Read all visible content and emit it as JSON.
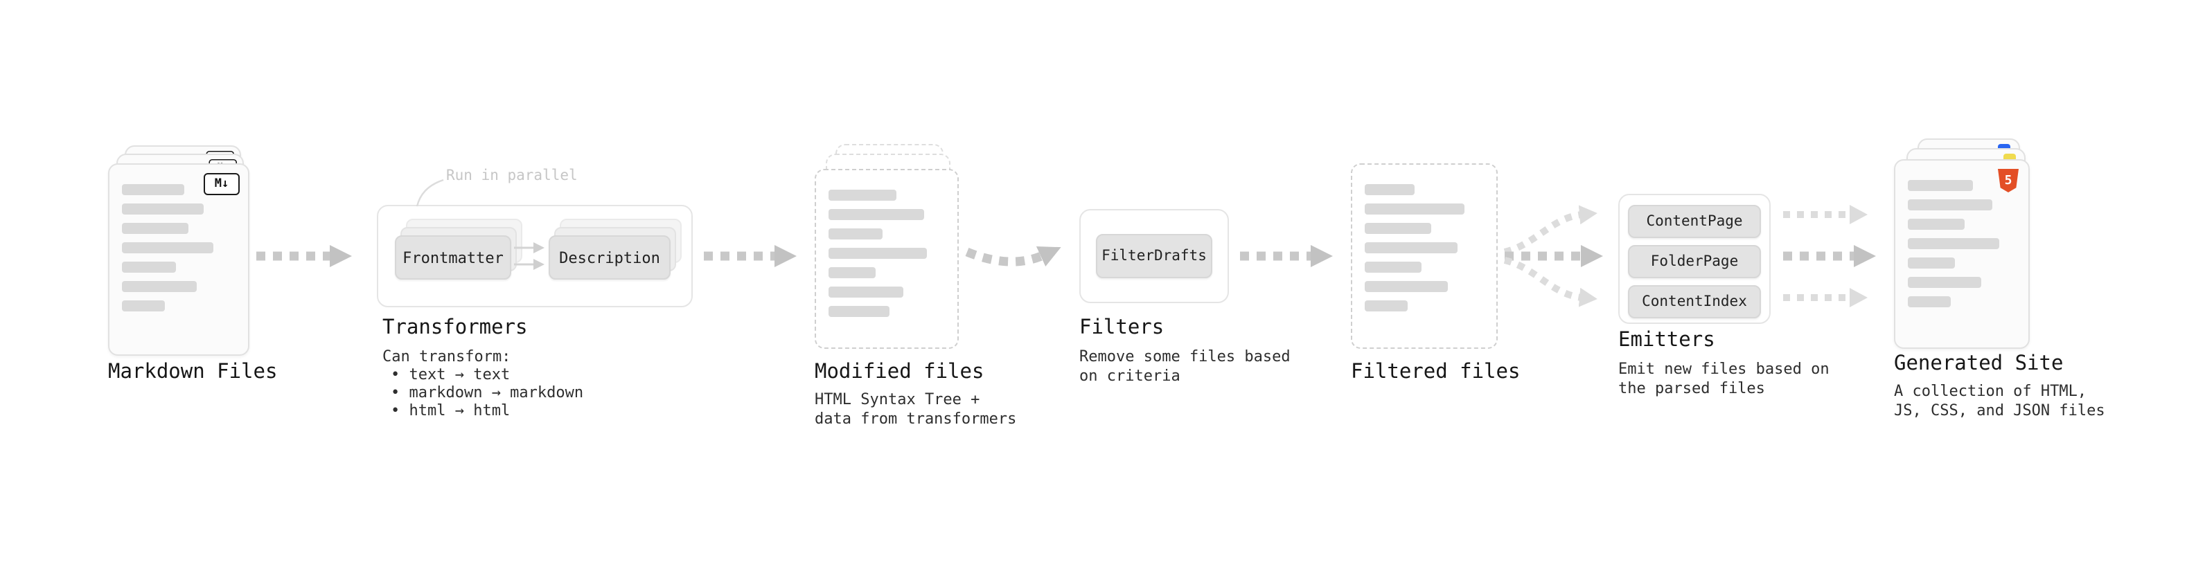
{
  "stages": {
    "markdown_files": {
      "label": "Markdown Files"
    },
    "transformers": {
      "label": "Transformers",
      "parallel_note": "Run in parallel",
      "boxes": [
        "Frontmatter",
        "Description"
      ],
      "can_transform_title": "Can transform:",
      "bullets": [
        "• text → text",
        "• markdown → markdown",
        "• html → html"
      ]
    },
    "modified_files": {
      "label": "Modified files",
      "description": "HTML Syntax Tree +\ndata from transformers"
    },
    "filters": {
      "label": "Filters",
      "boxes": [
        "FilterDrafts"
      ],
      "description": "Remove some files based\non criteria"
    },
    "filtered_files": {
      "label": "Filtered files"
    },
    "emitters": {
      "label": "Emitters",
      "boxes": [
        "ContentPage",
        "FolderPage",
        "ContentIndex"
      ],
      "description": "Emit new files based on\nthe parsed files"
    },
    "generated_site": {
      "label": "Generated Site",
      "description": "A collection of HTML,\nJS, CSS, and JSON files"
    }
  },
  "icons": {
    "markdown_badge": "M↓",
    "html5_badge": "5"
  },
  "colors": {
    "arrow": "#c2c2c2",
    "arrow_light": "#dcdcdc",
    "card_border": "#e1e1e1",
    "text_bar": "#d9d9d9",
    "pill_bg": "#e3e3e3",
    "html5_orange": "#e34f26",
    "js_yellow": "#f0db4f",
    "css_blue": "#2965f1"
  }
}
